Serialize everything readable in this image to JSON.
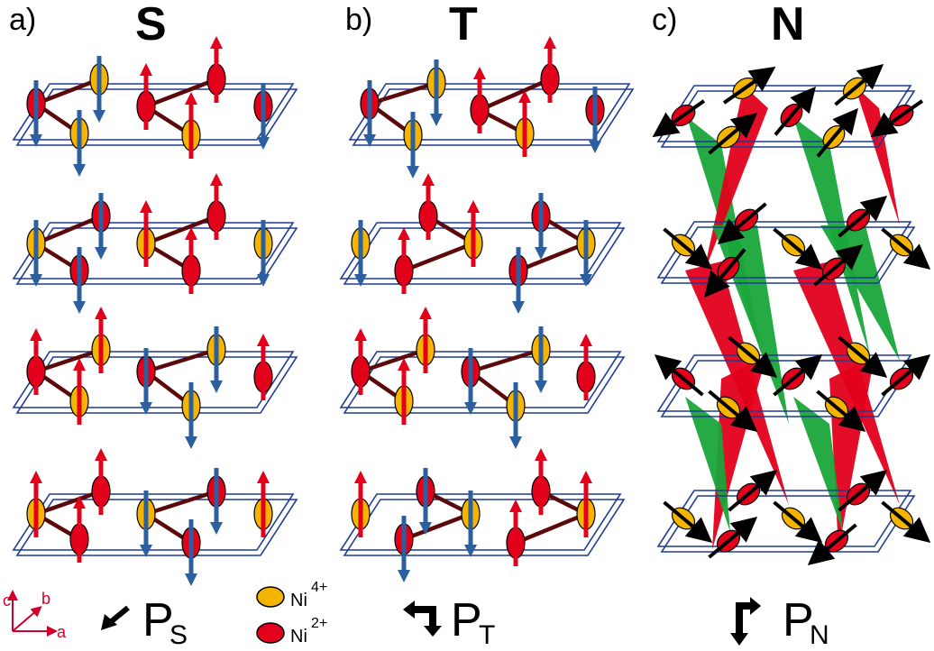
{
  "panels": [
    {
      "letter": "a)",
      "title": "S",
      "pol_symbol": "P",
      "pol_sub": "S"
    },
    {
      "letter": "b)",
      "title": "T",
      "pol_symbol": "P",
      "pol_sub": "T"
    },
    {
      "letter": "c)",
      "title": "N",
      "pol_symbol": "P",
      "pol_sub": "N"
    }
  ],
  "legend": {
    "ni4": {
      "base": "Ni",
      "sup": "4+"
    },
    "ni2": {
      "base": "Ni",
      "sup": "2+"
    }
  },
  "axes": {
    "c": "c",
    "b": "b",
    "a": "a"
  },
  "colors": {
    "cell_outline": "#1f3a93",
    "ni4_fill": "#f4b400",
    "ni2_fill": "#e3001b",
    "spin_up": "#e3001b",
    "spin_down": "#2c5f9e",
    "bond": "#5a0a0a",
    "triangle_red": "#e3001b",
    "triangle_green": "#19a53a",
    "axis_color": "#d0002a"
  }
}
